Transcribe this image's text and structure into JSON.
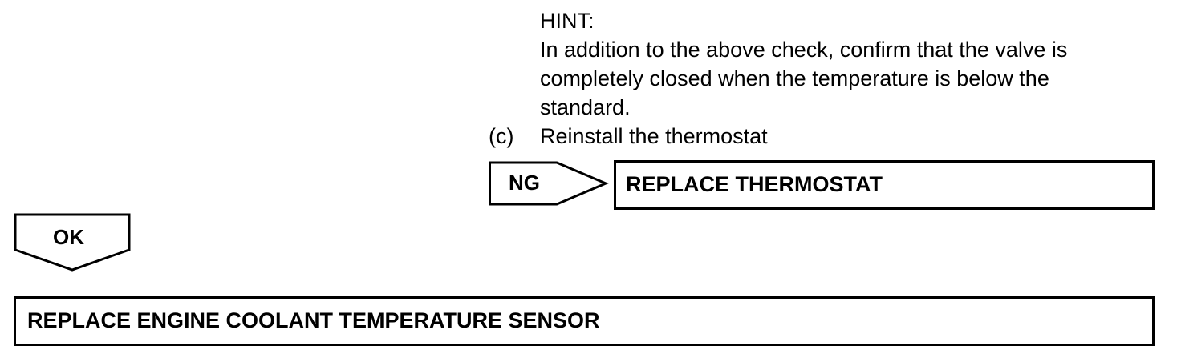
{
  "hint": {
    "heading": "HINT:",
    "lines": [
      "In addition to the above check, confirm that the valve is",
      "completely closed when the temperature is below the",
      "standard."
    ]
  },
  "step": {
    "marker": "(c)",
    "text": "Reinstall the thermostat"
  },
  "ng_branch": {
    "label": "NG",
    "action": "REPLACE THERMOSTAT"
  },
  "ok_branch": {
    "label": "OK",
    "action": "REPLACE ENGINE COOLANT TEMPERATURE SENSOR"
  }
}
